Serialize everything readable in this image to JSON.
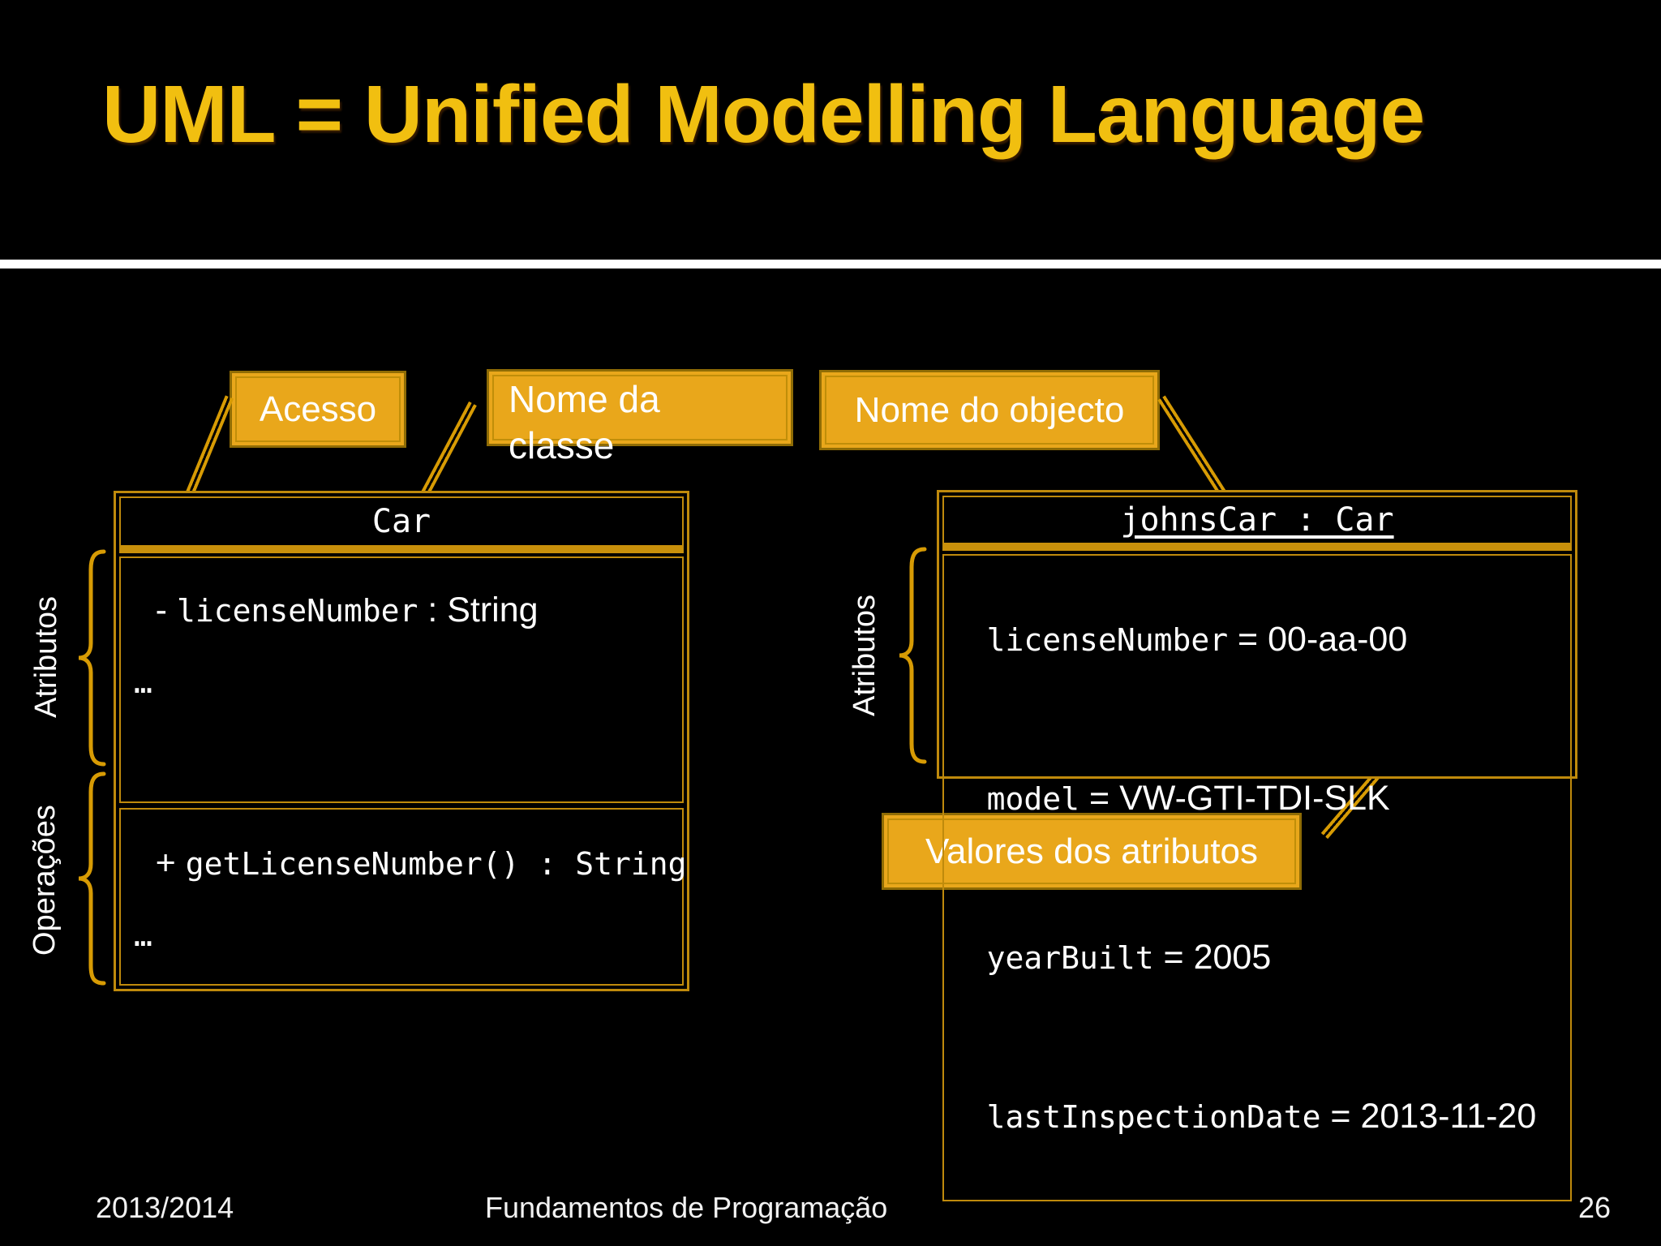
{
  "slide": {
    "title": "UML = Unified Modelling Language",
    "footer": {
      "year": "2013/2014",
      "course": "Fundamentos de Programação",
      "page": "26"
    }
  },
  "callout_labels": {
    "acesso": "Acesso",
    "nome_da_classe_lines": [
      "Nome da",
      "classe"
    ],
    "nome_do_objecto": "Nome do objecto",
    "valores_dos_atributos": "Valores dos atributos"
  },
  "side_labels": {
    "class_attributes": "Atributos",
    "class_operations": "Operações",
    "object_attributes": "Atributos"
  },
  "class_diagram": {
    "name": "Car",
    "attribute": {
      "access": "- ",
      "name": "licenseNumber",
      "sep": " : ",
      "type": "String"
    },
    "attributes_more": "…",
    "operation": {
      "access": "+ ",
      "name": "getLicenseNumber()",
      "sep": " : ",
      "type": "String"
    },
    "operations_more": "…"
  },
  "object_diagram": {
    "name": "johnsCar : Car",
    "eq": " = ",
    "attributes": [
      {
        "name": "licenseNumber",
        "value": "00-aa-00"
      },
      {
        "name": "model",
        "value": "VW-GTI-TDI-SLK"
      },
      {
        "name": "yearBuilt",
        "value": "2005"
      },
      {
        "name": "lastInspectionDate",
        "value": "2013-11-20"
      }
    ]
  }
}
